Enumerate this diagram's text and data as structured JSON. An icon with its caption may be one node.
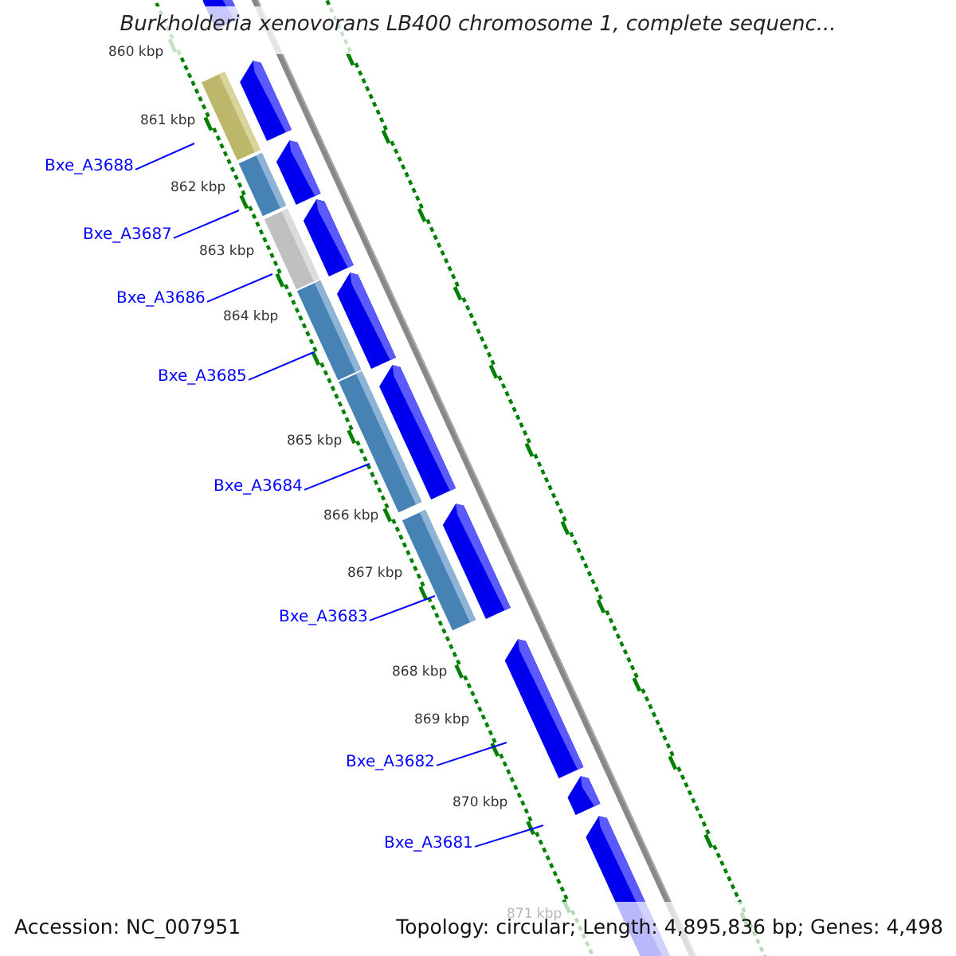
{
  "diagram": {
    "title": "Burkholderia xenovorans LB400 chromosome 1, complete sequenc...",
    "nodes": [
      {
        "text": [
          "Bxe_A3688"
        ]
      },
      {
        "text": [
          "Bxe_A3687"
        ]
      },
      {
        "text": [
          "Bxe_A3686"
        ]
      },
      {
        "text": [
          "Bxe_A3685"
        ]
      },
      {
        "text": [
          "Bxe_A3684"
        ]
      },
      {
        "text": [
          "Bxe_A3683"
        ]
      },
      {
        "text": [
          "Bxe_A3682"
        ]
      },
      {
        "text": [
          "Bxe_A3681"
        ]
      }
    ],
    "edges": [
      {
        "from": 0,
        "to": null,
        "arrow": "none"
      },
      {
        "from": 1,
        "to": null,
        "arrow": "none"
      },
      {
        "from": 2,
        "to": null,
        "arrow": "none"
      },
      {
        "from": 3,
        "to": null,
        "arrow": "none"
      },
      {
        "from": 4,
        "to": null,
        "arrow": "none"
      },
      {
        "from": 5,
        "to": null,
        "arrow": "none"
      },
      {
        "from": 6,
        "to": null,
        "arrow": "none"
      },
      {
        "from": 7,
        "to": null,
        "arrow": "none"
      }
    ],
    "labels": [
      "860 kbp",
      "861 kbp",
      "862 kbp",
      "863 kbp",
      "864 kbp",
      "865 kbp",
      "866 kbp",
      "867 kbp",
      "868 kbp",
      "869 kbp",
      "870 kbp",
      "871 kbp",
      "Accession: NC_007951",
      "Topology: circular; Length: 4,895,836 bp; Genes: 4,498"
    ]
  }
}
